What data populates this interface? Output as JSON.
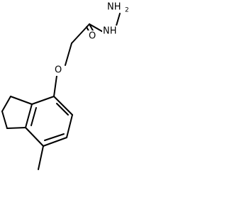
{
  "molecule": {
    "atoms": {
      "nh2_main": "NH",
      "nh2_sub": "2",
      "nh": "NH",
      "o_carbonyl": "O",
      "o_ether": "O"
    },
    "colors": {
      "bond": "#000000",
      "label": "#000000",
      "background": "#ffffff"
    }
  }
}
